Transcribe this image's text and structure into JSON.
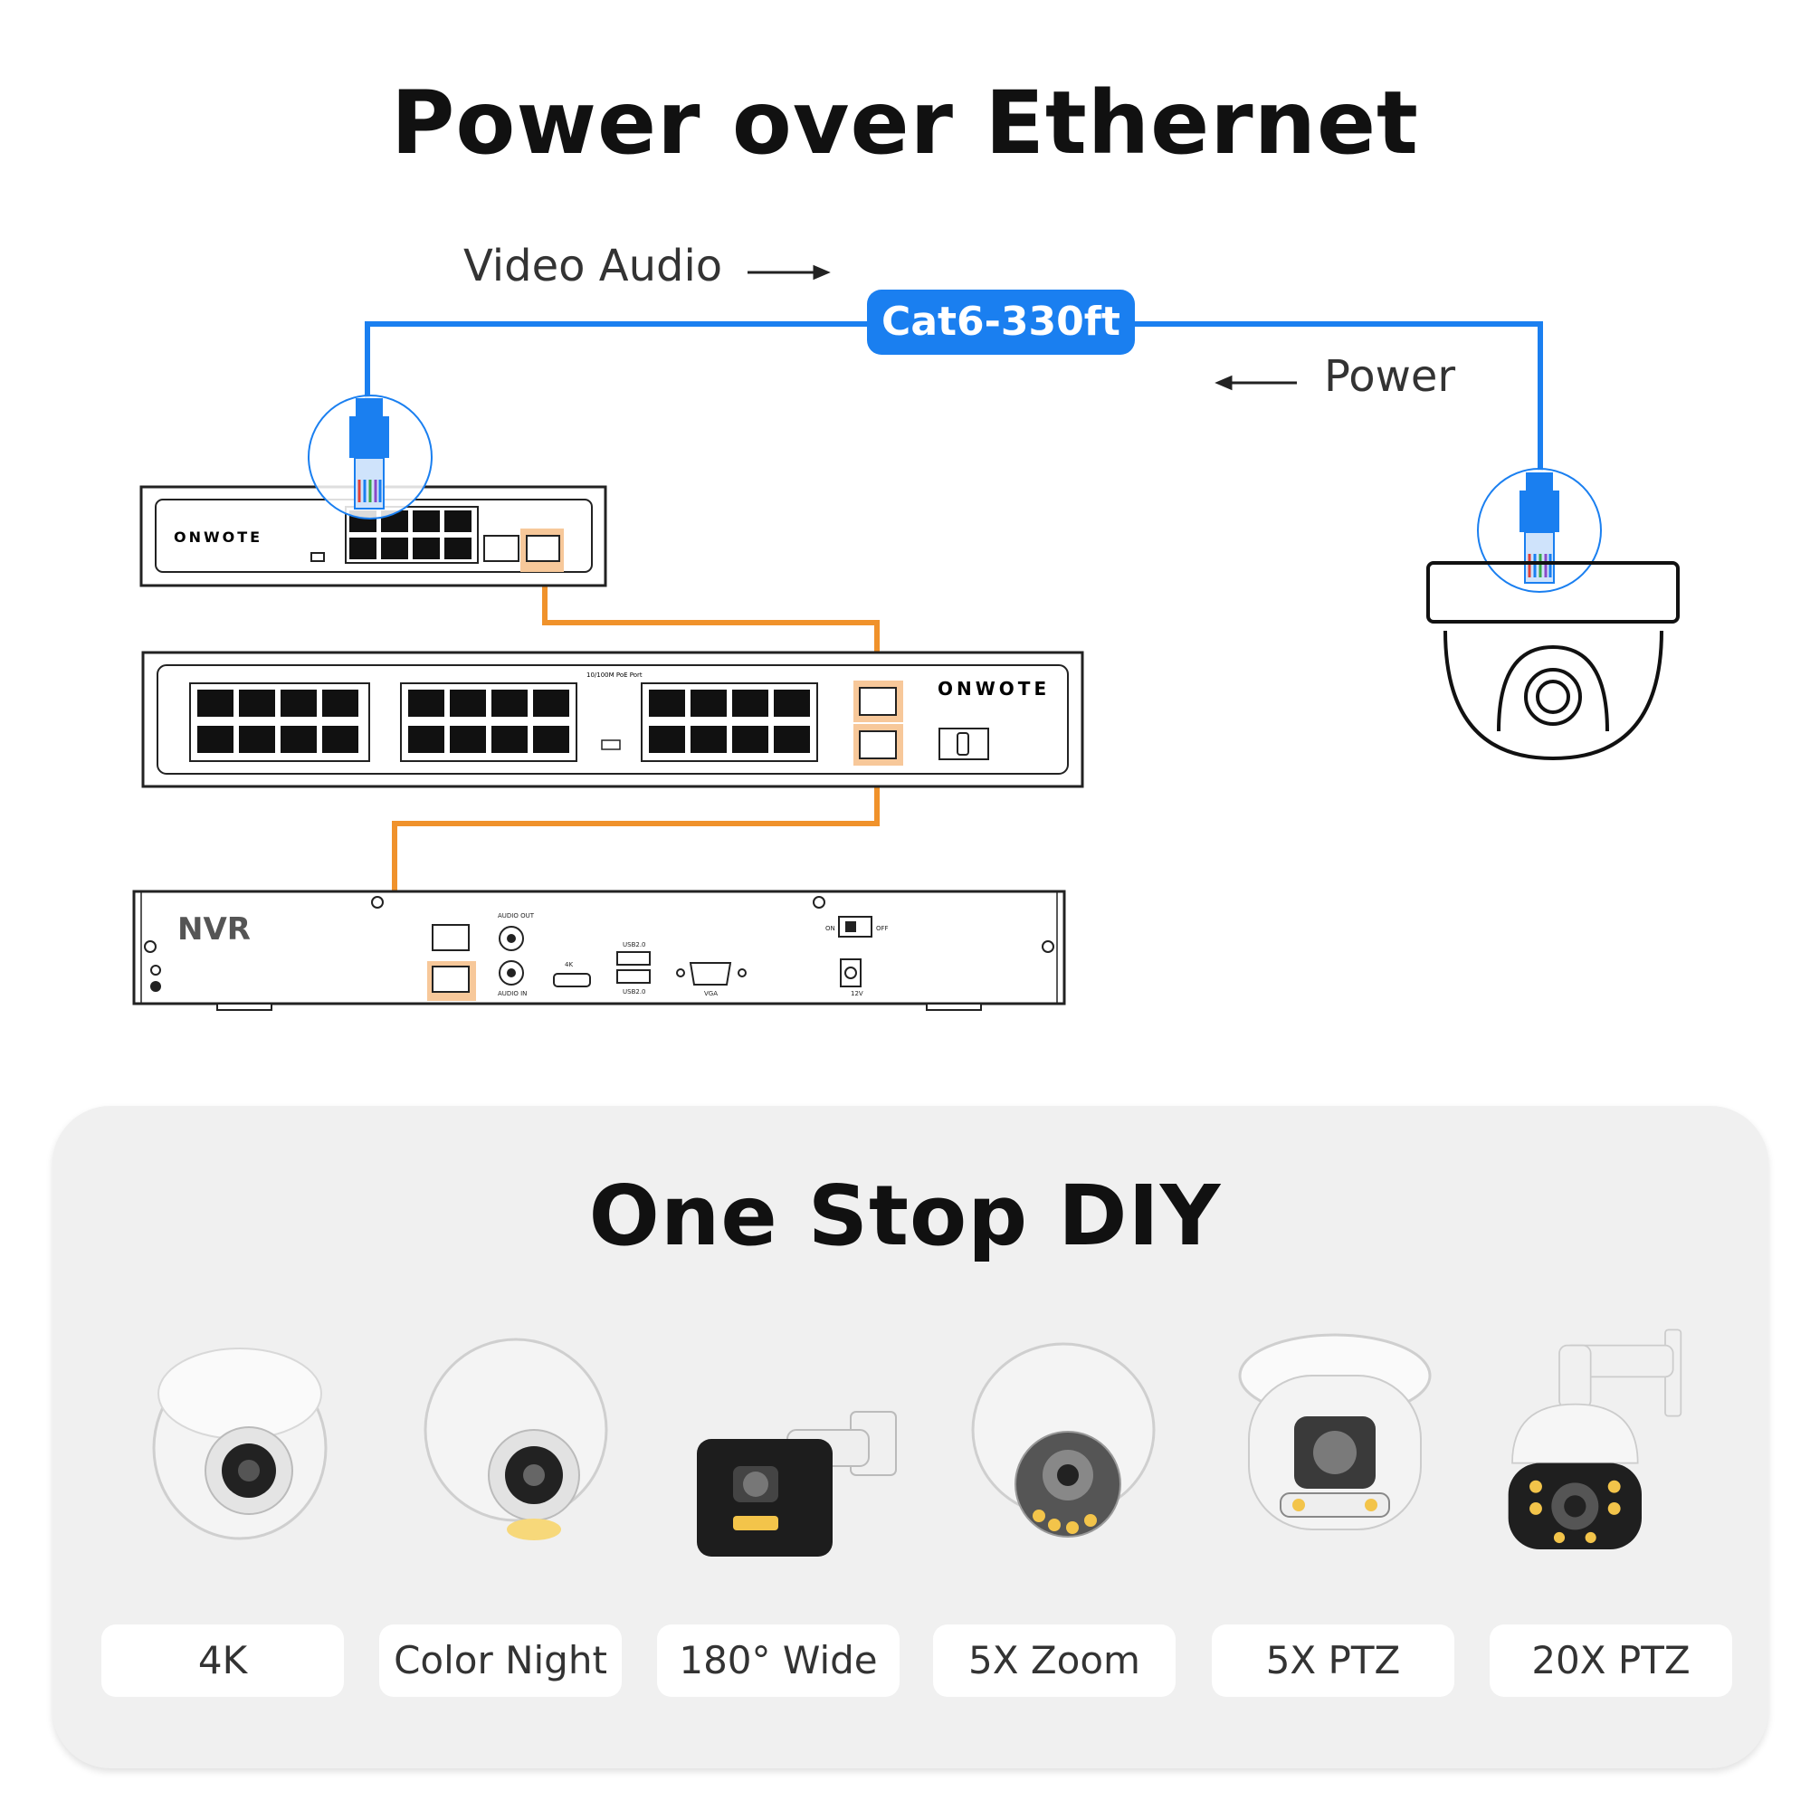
{
  "title": "Power over Ethernet",
  "labels": {
    "video_audio": "Video Audio",
    "power": "Power",
    "cable": "Cat6-330ft"
  },
  "devices": {
    "switch_small_brand": "ONWOTE",
    "switch_large_brand": "ONWOTE",
    "switch_large_header": "10/100M PoE Port",
    "nvr_label": "NVR",
    "nvr_ports": [
      "AUDIO OUT",
      "AUDIO IN",
      "4K",
      "USB2.0",
      "USB2.0",
      "VGA",
      "12V",
      "ON",
      "OFF"
    ]
  },
  "section2": {
    "title": "One Stop DIY",
    "cameras": [
      {
        "label": "4K",
        "icon": "dome-camera-icon"
      },
      {
        "label": "Color Night",
        "icon": "dome-camera-icon"
      },
      {
        "label": "180° Wide",
        "icon": "bullet-camera-icon"
      },
      {
        "label": "5X Zoom",
        "icon": "dome-camera-icon"
      },
      {
        "label": "5X PTZ",
        "icon": "turret-camera-icon"
      },
      {
        "label": "20X PTZ",
        "icon": "ptz-camera-icon"
      }
    ]
  },
  "colors": {
    "blue": "#1a7ff0",
    "orange": "#f0922b",
    "panel": "#f0f0f0"
  }
}
